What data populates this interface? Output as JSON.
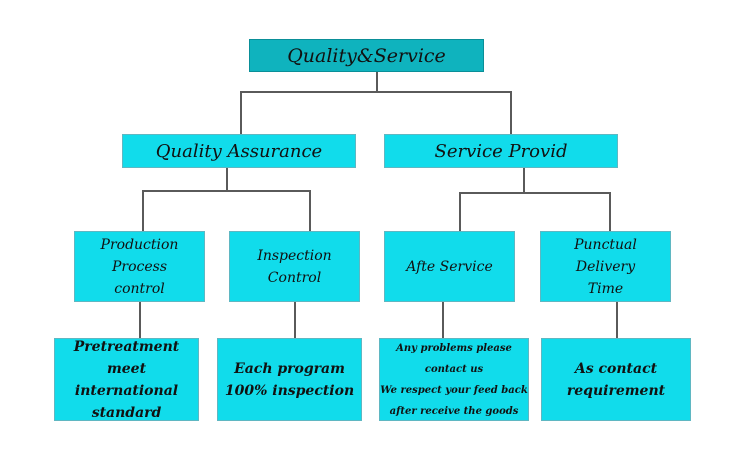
{
  "root": {
    "label": "Quality&Service"
  },
  "quality": {
    "label": "Quality Assurance",
    "production": {
      "lines": [
        "Production",
        "Process",
        "control"
      ]
    },
    "inspection": {
      "lines": [
        "Inspection",
        "Control"
      ]
    },
    "pretreatment": {
      "lines": [
        "Pretreatment meet",
        "international",
        "standard"
      ]
    },
    "each_program": {
      "lines": [
        "Each program",
        "100%  inspection"
      ]
    }
  },
  "service": {
    "label": "Service Provid",
    "after": {
      "lines": [
        "Afte Service"
      ]
    },
    "punctual": {
      "lines": [
        "Punctual",
        "Delivery",
        "Time"
      ]
    },
    "problems": {
      "lines": [
        "Any problems please",
        "contact us",
        "We respect your feed back",
        "after receive the goods"
      ]
    },
    "contact": {
      "lines": [
        "As contact",
        "requirement"
      ]
    }
  },
  "colors": {
    "root_fill": "#0fb3be",
    "node_fill": "#11dceb",
    "connector": "#5a5a5a"
  }
}
